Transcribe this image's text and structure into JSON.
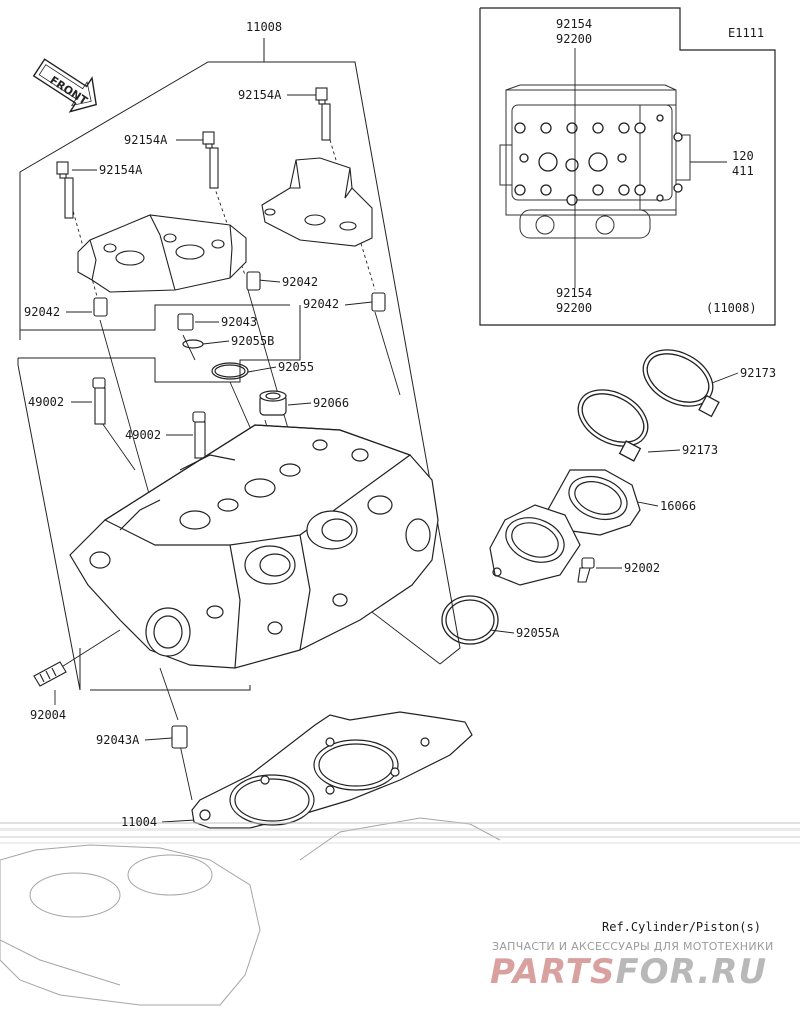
{
  "diagram_code": "E1111",
  "front_label": "FRONT",
  "inset_ref": "(11008)",
  "reference_note": "Ref.Cylinder/Piston(s)",
  "watermark": {
    "caption": "ЗАПЧАСТИ И АКСЕССУАРЫ ДЛЯ МОТОТЕХНИКИ",
    "logo_left": "PARTS",
    "logo_right": "FOR.RU"
  },
  "parts": {
    "head_assembly": "11008",
    "bolt_a1": "92154A",
    "bolt_a2": "92154A",
    "bolt_a3": "92154A",
    "dowel_left": "92042",
    "dowel_mid": "92042",
    "dowel_right": "92042",
    "dowel_92043": "92043",
    "oring_b": "92055B",
    "oring_92055": "92055",
    "seal_92066": "92066",
    "guide_1": "49002",
    "guide_2": "49002",
    "clamp_upper": "92173",
    "clamp_lower": "92173",
    "holder_16066": "16066",
    "stud_92002": "92002",
    "oring_a": "92055A",
    "stud_92004": "92004",
    "dowel_a": "92043A",
    "gasket": "11004",
    "inset_top_1": "92154",
    "inset_top_2": "92200",
    "inset_bot_1": "92154",
    "inset_bot_2": "92200",
    "inset_side_1": "120",
    "inset_side_2": "411"
  }
}
